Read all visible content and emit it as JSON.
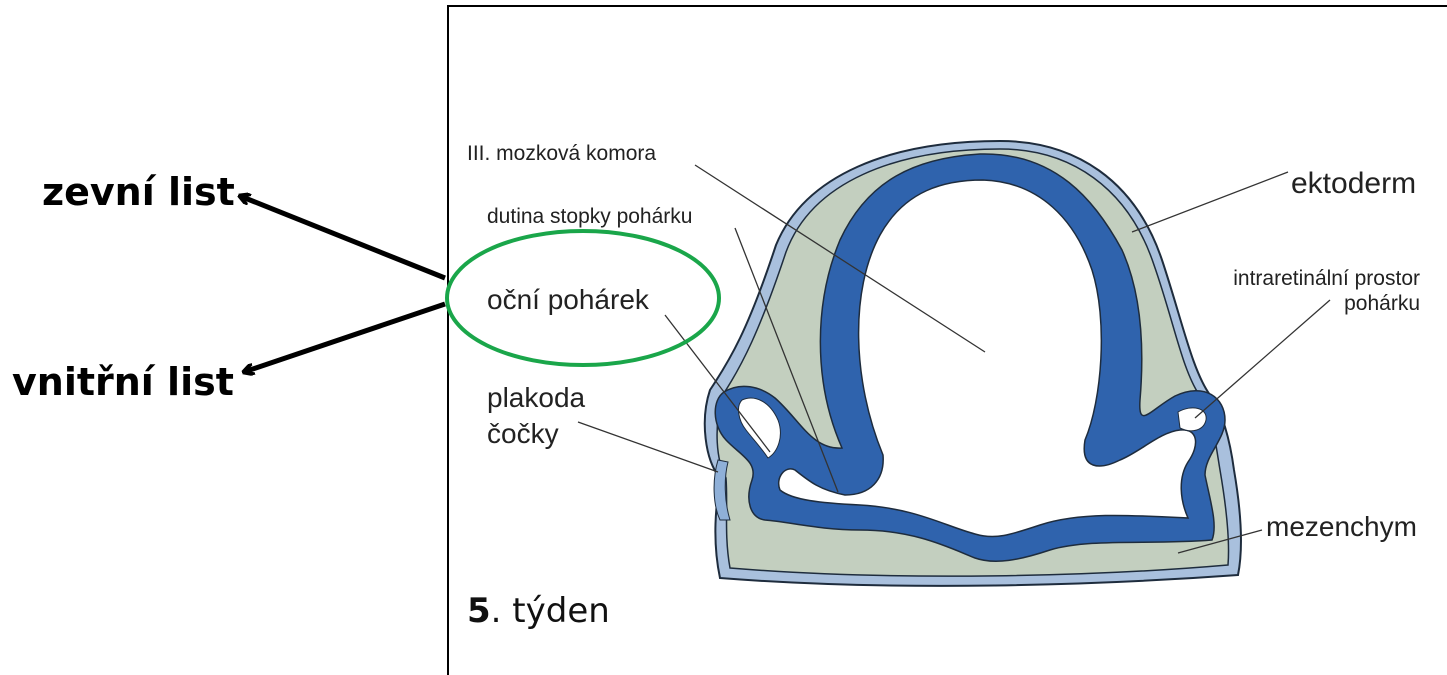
{
  "callouts": {
    "outer": "zevní list",
    "inner": "vnitřní list"
  },
  "labels": {
    "ventricle": "III. mozková komora",
    "stalk_cavity": "dutina stopky pohárku",
    "optic_cup": "oční pohárek",
    "placode_line1": "plakoda",
    "placode_line2": "čočky",
    "ectoderm": "ektoderm",
    "intraretinal_line1": "intraretinální prostor",
    "intraretinal_line2": "pohárku",
    "mesenchyme": "mezenchym"
  },
  "week": {
    "number": "5",
    "rest": ". týden"
  },
  "colors": {
    "neural": "#2f63ad",
    "mesenchyme": "#c3cfbf",
    "ectoderm": "#a9c0dd",
    "highlight": "#1aa64a",
    "outline": "#1e2c3d"
  }
}
